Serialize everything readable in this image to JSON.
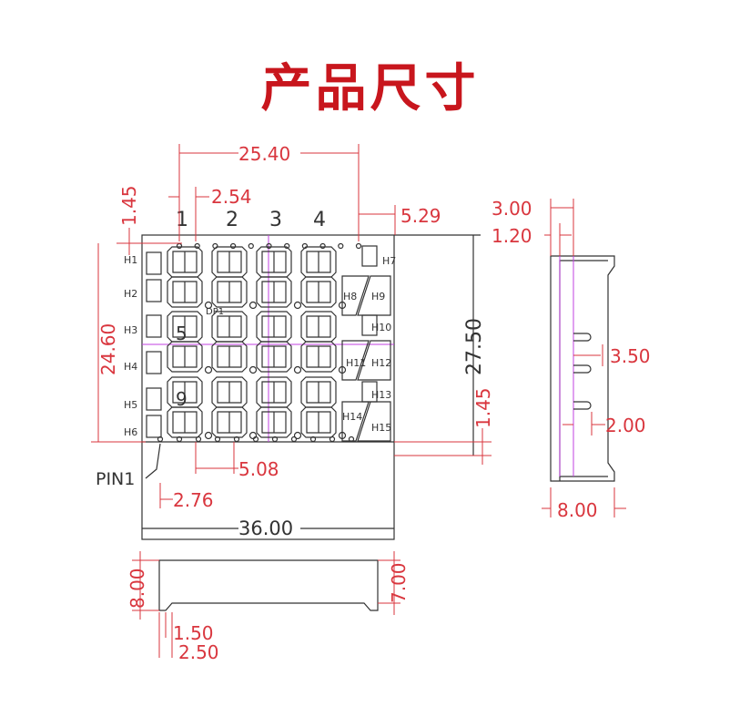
{
  "title": "产品尺寸",
  "colors": {
    "title": "#c8161d",
    "dimension": "#d9363e",
    "outline": "#333333",
    "centerline": "#c040e0"
  },
  "front_view": {
    "digit_column_labels": [
      "1",
      "2",
      "3",
      "4"
    ],
    "left_indicators": [
      "H1",
      "H2",
      "H3",
      "H4",
      "H5",
      "H6"
    ],
    "right_indicators": [
      "H7",
      "H8",
      "H9",
      "H10",
      "H11",
      "H12",
      "H13",
      "H14",
      "H15"
    ],
    "dp_label": "DP1",
    "digit_row_marks": [
      "5",
      "9"
    ],
    "pin_label": "PIN1",
    "dimensions": {
      "pin_span": "25.40",
      "top_offset": "1.45",
      "pin_pitch": "2.54",
      "right_offset": "5.29",
      "display_height": "24.60",
      "total_height": "27.50",
      "bottom_offset": "1.45",
      "row_pitch": "5.08",
      "pin1_offset": "2.76",
      "total_width": "36.00"
    }
  },
  "side_view": {
    "dimensions": {
      "a": "3.00",
      "b": "1.20",
      "pin_len": "3.50",
      "pin_gap": "2.00",
      "depth": "8.00"
    }
  },
  "bottom_view": {
    "dimensions": {
      "height": "8.00",
      "inner_height": "7.00",
      "step": "1.50",
      "wall": "2.50"
    }
  }
}
